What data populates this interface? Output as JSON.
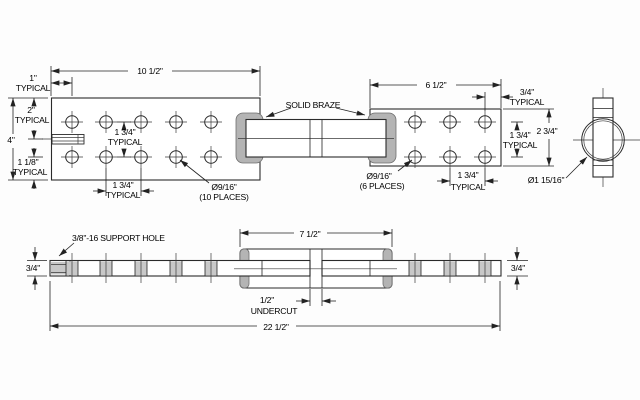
{
  "drawing": {
    "labels": {
      "typical": "TYPICAL",
      "dim_10_5": "10 1/2\"",
      "dim_1": "1\"",
      "dim_4": "4\"",
      "dim_2": "2\"",
      "dim_1_1_8": "1 1/8\"",
      "dim_1_3_4": "1 3/4\"",
      "hole_dia": "Ø9/16\"",
      "places_10": "(10 PLACES)",
      "places_6": "(6 PLACES)",
      "solid_braze": "SOLID BRAZE",
      "dim_6_5": "6 1/2\"",
      "dim_3_4": "3/4\"",
      "dim_2_3_4": "2 3/4\"",
      "tube_dia": "Ø1 15/16\"",
      "support_hole": "3/8\"-16 SUPPORT HOLE",
      "dim_7_5": "7 1/2\"",
      "dim_1_2": "1/2\"",
      "undercut": "UNDERCUT",
      "dim_22_5": "22 1/2\""
    },
    "colors": {
      "line": "#2b2b2b",
      "braze_fill": "#b4b4b4",
      "hole_shade": "#c8c8c8",
      "background": "#fdfdfd"
    }
  }
}
